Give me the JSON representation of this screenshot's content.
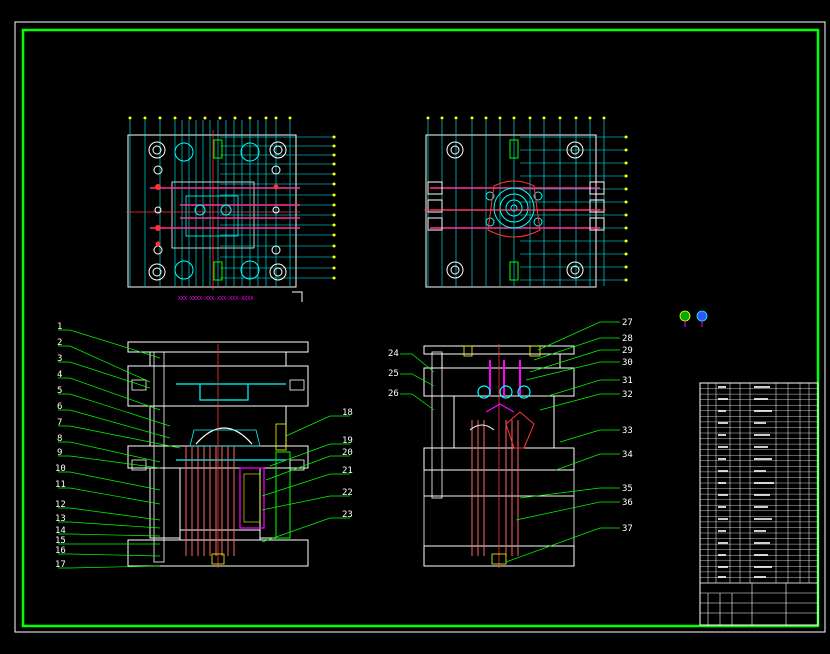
{
  "drawing": {
    "background": "#000000",
    "frame_color": "#00ff00",
    "line_color_primary": "#00ffff",
    "line_color_secondary": "#ffffff",
    "accent_red": "#ff3333",
    "accent_magenta": "#ff00ff",
    "accent_yellow": "#ffff00"
  },
  "top_left_view": {
    "caption": "XXX-XXXX-XXX-XXX-XXX-XXXX"
  },
  "left_section": {
    "balloons": [
      "1",
      "2",
      "3",
      "4",
      "5",
      "6",
      "7",
      "8",
      "9",
      "10",
      "11",
      "12",
      "13",
      "14",
      "15",
      "16",
      "17",
      "18",
      "19",
      "20",
      "21",
      "22",
      "23"
    ]
  },
  "right_section": {
    "balloons": [
      "24",
      "25",
      "26",
      "27",
      "28",
      "29",
      "30",
      "31",
      "32",
      "33",
      "34",
      "35",
      "36",
      "37"
    ]
  },
  "title_block": {
    "rows": 36
  }
}
